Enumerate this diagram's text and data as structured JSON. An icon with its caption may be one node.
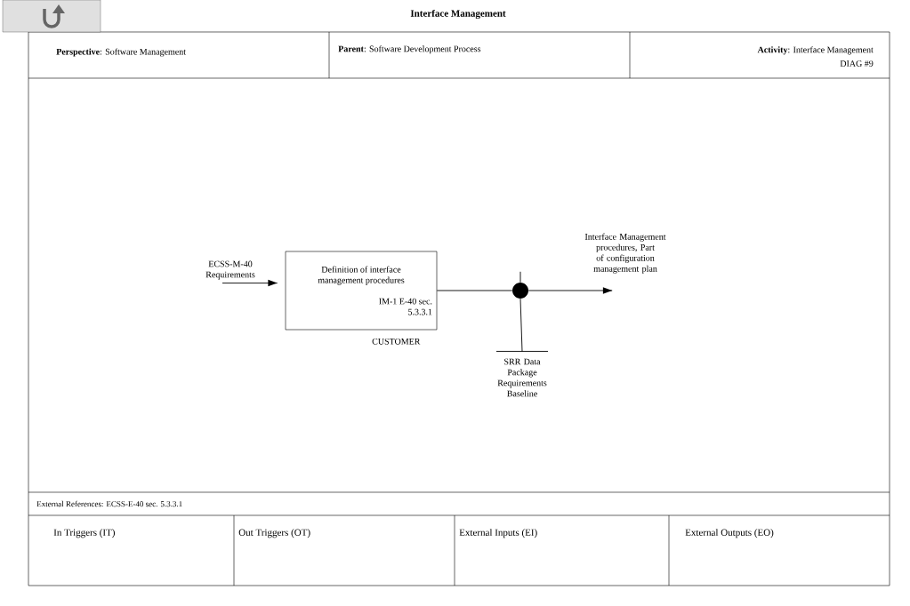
{
  "diagram": {
    "title": "Interface Management",
    "nodes": [
      {
        "text": [
          "ECSS-M-40 Requirements"
        ]
      },
      {
        "text": [
          "Definition of interface management procedures",
          "IM-1 E-40 sec. 5.3.3.1"
        ],
        "beside": [
          "CUSTOMER"
        ]
      },
      {
        "text": [],
        "shape": "circle"
      },
      {
        "text": [
          "SRR Data Package Requirements Baseline"
        ]
      }
    ],
    "edges": [
      {
        "from": 0,
        "to": 1,
        "arrow": "to"
      },
      {
        "from": 1,
        "to": 2,
        "arrow": "none"
      },
      {
        "from": 2,
        "to": null,
        "arrow": "to"
      },
      {
        "from": null,
        "to": 2,
        "arrow": "none"
      },
      {
        "from": 3,
        "to": 2,
        "arrow": "none"
      }
    ],
    "labels": [
      "**Perspective**: Software Management",
      "**Parent**: Software Development Process",
      "**Activity**: Interface Management",
      "DIAG #9",
      "Interface Management procedures, Part of configuration management plan",
      "External References: ECSS-E-40 sec. 5.3.3.1",
      "In Triggers (IT)",
      "Out Triggers (OT)",
      "External Inputs (EI)",
      "External Outputs (EO)"
    ]
  }
}
